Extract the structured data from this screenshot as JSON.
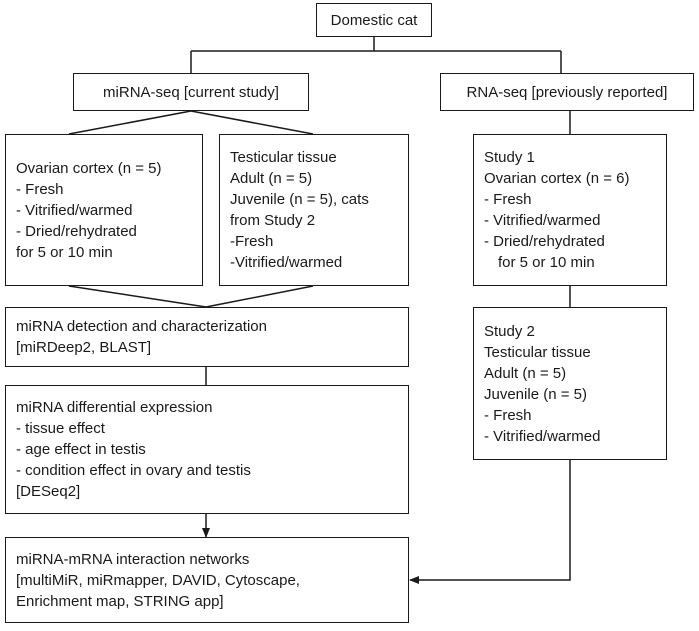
{
  "root": {
    "label": "Domestic cat"
  },
  "mirna_seq": {
    "label": "miRNA-seq [current study]"
  },
  "rna_seq": {
    "label": "RNA-seq [previously reported]"
  },
  "ovarian_box": {
    "lines": [
      "Ovarian cortex (n = 5)",
      "- Fresh",
      "- Vitrified/warmed",
      "- Dried/rehydrated",
      "for 5 or 10 min"
    ]
  },
  "testicular_box": {
    "lines": [
      "Testicular tissue",
      "Adult (n = 5)",
      "Juvenile (n = 5), cats",
      "from Study 2",
      "-Fresh",
      "-Vitrified/warmed"
    ]
  },
  "study1_box": {
    "lines": [
      "Study 1",
      "Ovarian cortex (n = 6)",
      "- Fresh",
      "- Vitrified/warmed",
      "- Dried/rehydrated",
      "for 5 or 10 min"
    ]
  },
  "study2_box": {
    "lines": [
      "Study 2",
      "Testicular tissue",
      "Adult (n = 5)",
      "Juvenile (n = 5)",
      "- Fresh",
      "- Vitrified/warmed"
    ]
  },
  "detection_box": {
    "lines": [
      "miRNA detection and characterization",
      "[miRDeep2, BLAST]"
    ]
  },
  "differential_box": {
    "lines": [
      "miRNA differential expression",
      "- tissue effect",
      "- age effect in testis",
      "- condition effect in ovary and testis",
      "[DESeq2]"
    ]
  },
  "network_box": {
    "lines": [
      "miRNA-mRNA interaction networks",
      "[multiMiR, miRmapper, DAVID, Cytoscape,",
      "Enrichment map, STRING app]"
    ]
  }
}
